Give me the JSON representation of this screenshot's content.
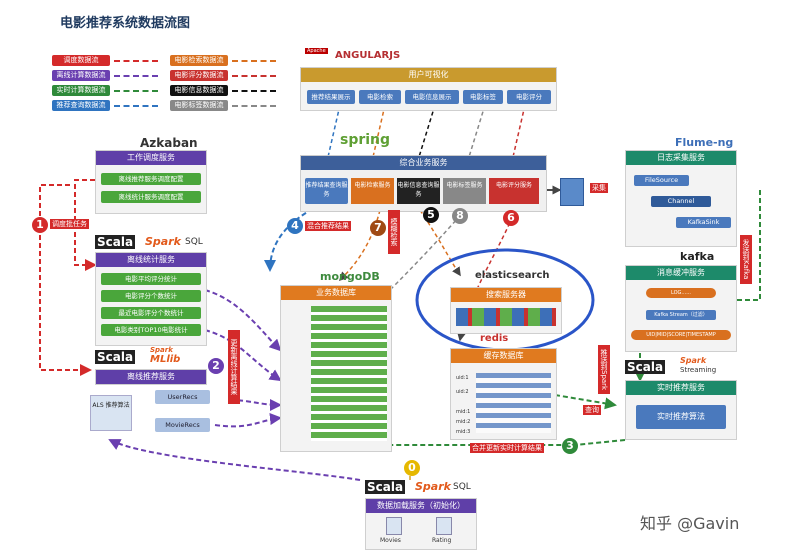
{
  "title": "电影推荐系统数据流图",
  "legend": [
    {
      "label": "调度数据流",
      "color": "#d42a2a"
    },
    {
      "label": "离线计算数据流",
      "color": "#6a3fb0"
    },
    {
      "label": "实时计算数据流",
      "color": "#2f8a3a"
    },
    {
      "label": "推荐查询数据流",
      "color": "#2f74c0"
    },
    {
      "label": "电影检索数据流",
      "color": "#d9701f"
    },
    {
      "label": "电影评分数据流",
      "color": "#c8322f"
    },
    {
      "label": "电影信息数据流",
      "color": "#111111"
    },
    {
      "label": "电影标签数据流",
      "color": "#888888"
    }
  ],
  "ui": {
    "logo": "ANGULARJS",
    "apache": "Apache",
    "header": "用户可视化",
    "items": [
      "推荐结果展示",
      "电影检索",
      "电影信息展示",
      "电影标签",
      "电影评分"
    ]
  },
  "business": {
    "logo": "spring",
    "header": "综合业务服务",
    "items": [
      "推荐结果查询服务",
      "电影检索服务",
      "电影信息查询服务",
      "电影标签服务",
      "电影评分服务"
    ]
  },
  "azkaban": {
    "logo": "Azkaban",
    "header": "工作调度服务",
    "items": [
      "离线推荐服务调度配置",
      "离线统计服务调度配置"
    ]
  },
  "offline_stats": {
    "scala": "Scala",
    "spark": "Spark",
    "sql": "SQL",
    "header": "离线统计服务",
    "items": [
      "电影平均评分统计",
      "电影评分个数统计",
      "最近电影评分个数统计",
      "电影类别TOP10电影统计"
    ]
  },
  "mllib": {
    "scala": "Scala",
    "spark": "Spark",
    "mllib": "MLlib",
    "header": "离线推荐服务",
    "als": "ALS 推荐算法",
    "userrecs": "UserRecs",
    "movierecs": "MovieRecs"
  },
  "mongodb": {
    "logo": "mongoDB",
    "header": "业务数据库"
  },
  "es": {
    "logo": "elasticsearch",
    "header": "搜索服务器"
  },
  "redis": {
    "logo": "redis",
    "header": "缓存数据库",
    "rows": [
      "uid:1",
      "uid:2",
      "mid:1",
      "mid:2",
      "mid:3"
    ]
  },
  "flume": {
    "logo": "Flume-ng",
    "header": "日志采集服务",
    "filesource": "FileSource",
    "channel": "Channel",
    "kafkasink": "KafkaSink"
  },
  "kafka": {
    "logo": "kafka",
    "header": "消息缓冲服务",
    "log": "LOG......",
    "stream": "Kafka Stream（过滤）",
    "uid": "UID|MID|SCORE|TIMESTAMP"
  },
  "streaming": {
    "scala": "Scala",
    "spark": "Spark",
    "streaming": "Streaming",
    "header": "实时推荐服务",
    "algo": "实时推荐算法"
  },
  "loader": {
    "scala": "Scala",
    "spark": "Spark",
    "sql": "SQL",
    "header": "数据加载服务（初始化）",
    "movies": "Movies",
    "rating": "Rating"
  },
  "labels": {
    "n1": "1",
    "n2": "2",
    "n3": "3",
    "n4": "4",
    "n5": "5",
    "n6": "6",
    "n7": "7",
    "n8": "8",
    "n0": "0",
    "diaodu": "调度批任务",
    "hunhe": "混合推荐结果",
    "mohu": "模糊检索",
    "gengxin": "更新离线计算结果",
    "hebing": "合并更新实时计算结果",
    "caiji": "采集",
    "xiaoxi": "发送到Kafka",
    "tuisong": "推送到Spark",
    "chaxun": "查询",
    "zhihu": "知乎 @Gavin"
  }
}
